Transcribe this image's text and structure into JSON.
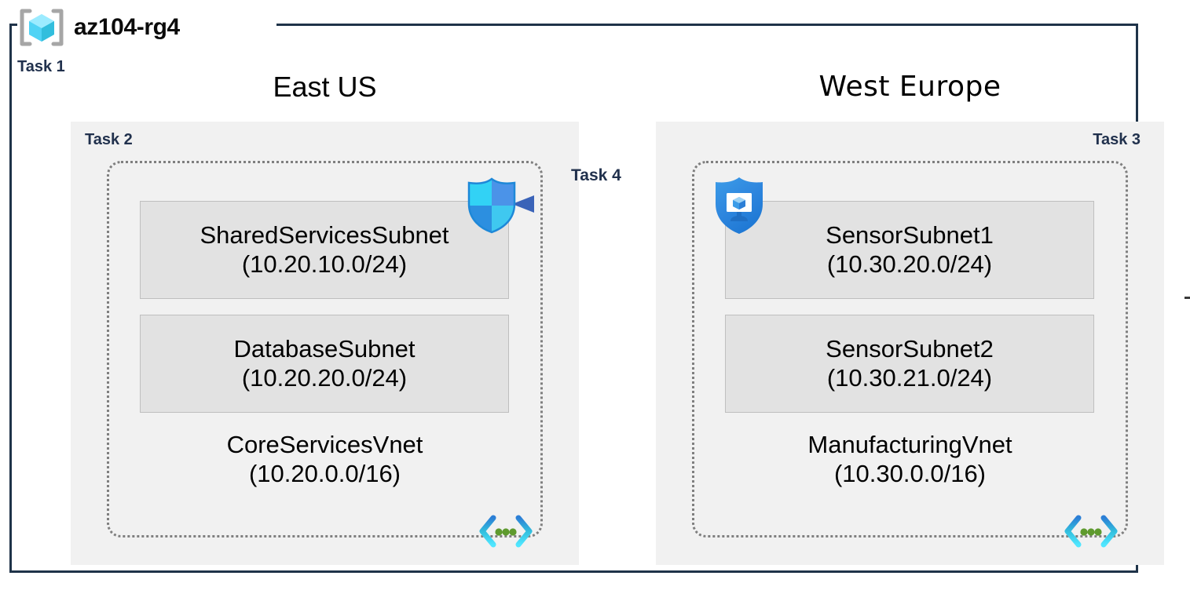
{
  "diagram": {
    "resource_group": {
      "name": "az104-rg4",
      "icon": "resource-group-cube-icon",
      "task_label": "Task 1"
    },
    "regions": [
      {
        "id": "east-us",
        "title": "East US",
        "task_label": "Task 2",
        "vnet": {
          "name": "CoreServicesVnet",
          "cidr": "(10.20.0.0/16)",
          "icon": "virtual-network-icon",
          "subnets": [
            {
              "name": "SharedServicesSubnet",
              "cidr": "(10.20.10.0/24)"
            },
            {
              "name": "DatabaseSubnet",
              "cidr": "(10.20.20.0/24)"
            }
          ]
        }
      },
      {
        "id": "west-europe",
        "title": "West Europe",
        "task_label": "Task 3",
        "vnet": {
          "name": "ManufacturingVnet",
          "cidr": "(10.30.0.0/16)",
          "icon": "virtual-network-icon",
          "subnets": [
            {
              "name": "SensorSubnet1",
              "cidr": "(10.30.20.0/24)"
            },
            {
              "name": "SensorSubnet2",
              "cidr": "(10.30.21.0/24)"
            }
          ]
        }
      }
    ],
    "connection": {
      "task_label": "Task 4",
      "direction": "right-to-left",
      "source_icon": "shield-vm-icon",
      "target_icon": "shield-icon",
      "arrow_color": "#4472C4"
    },
    "colors": {
      "frame_border": "#1F3349",
      "task_label": "#21314D",
      "region_panel_bg": "#F1F1F1",
      "subnet_bg": "#E2E2E2",
      "subnet_border": "#BFBFBF",
      "vnet_border": "#7F7F7F",
      "arrow": "#4472C4",
      "icon_cyan": "#32BEDD",
      "icon_blue": "#3178C6",
      "icon_green": "#5E9A2E"
    }
  }
}
